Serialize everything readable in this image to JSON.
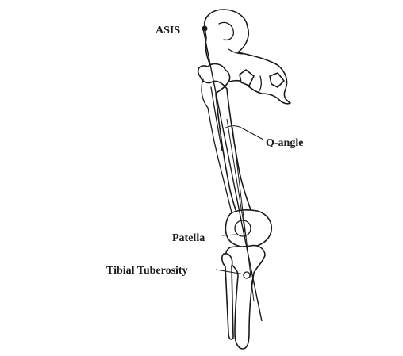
{
  "diagram": {
    "labels": {
      "asis": "ASIS",
      "q_angle": "Q-angle",
      "patella": "Patella",
      "tibial_tuberosity": "Tibial Tuberosity"
    }
  }
}
